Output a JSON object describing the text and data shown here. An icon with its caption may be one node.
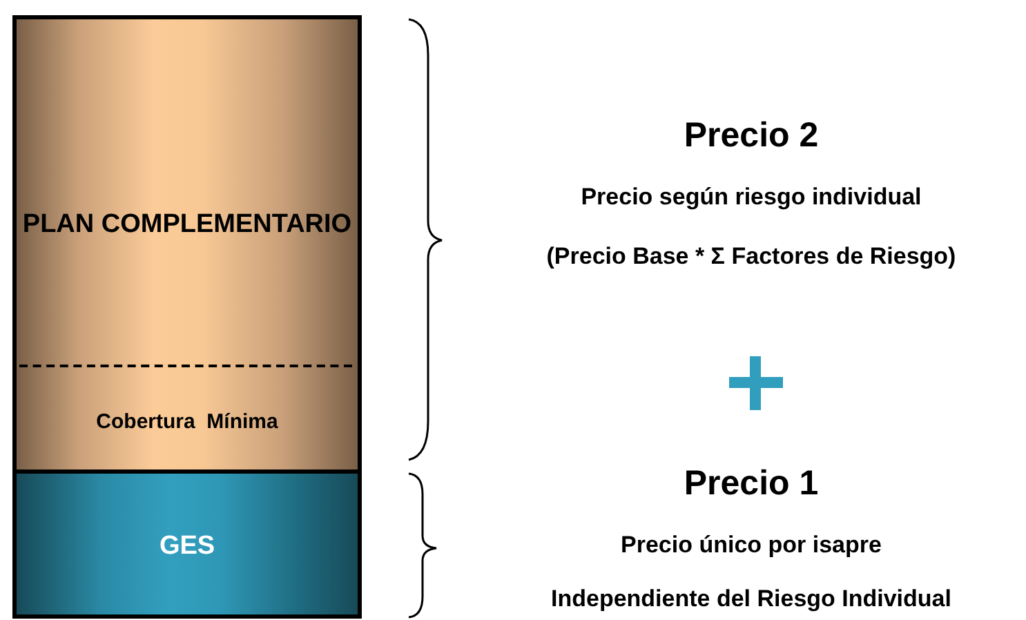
{
  "diagram": {
    "nodes": [
      {
        "text": [
          "PLAN COMPLEMENTARIO",
          "Cobertura  Mínima"
        ]
      },
      {
        "text": [
          "GES"
        ]
      }
    ],
    "labels": [
      "Precio 2",
      "Precio según riesgo individual",
      "(Precio Base * Σ Factores de Riesgo)",
      "Precio 1",
      "Precio único por isapre",
      "Independiente del Riesgo Individual"
    ]
  }
}
